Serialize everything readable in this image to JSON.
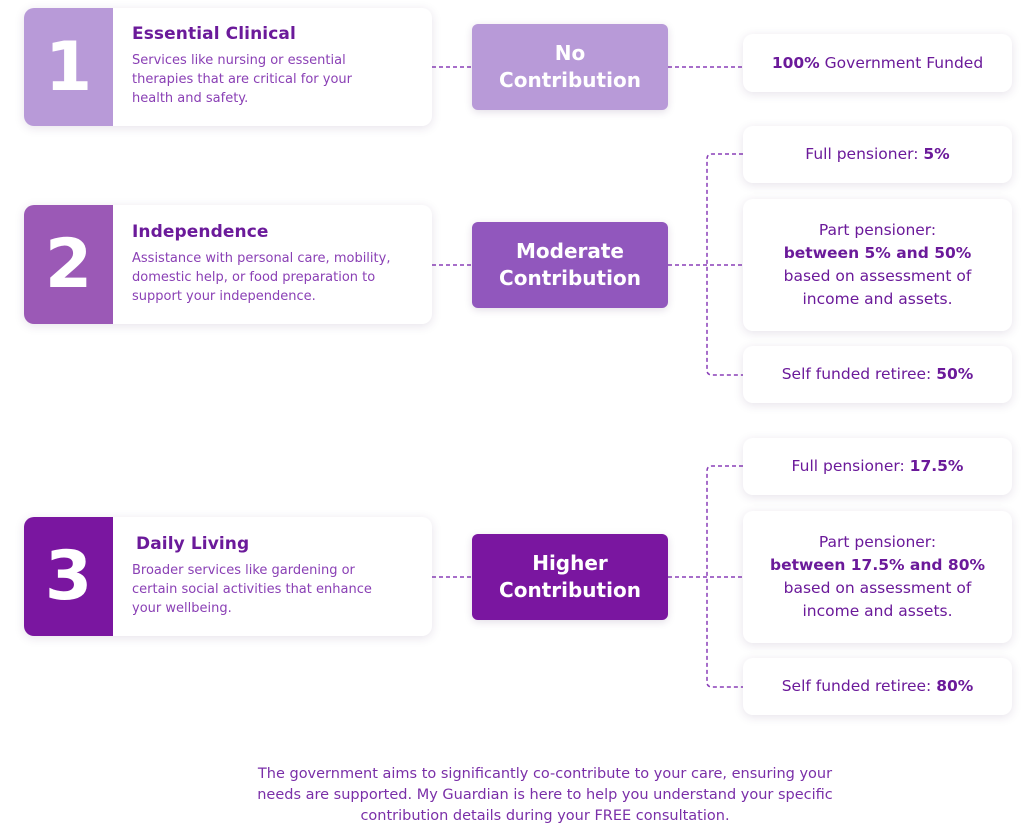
{
  "categories": [
    {
      "number": "1",
      "title": "Essential Clinical",
      "description": "Services like nursing or essential therapies that are critical for your health and safety.",
      "number_color": "#b89ad8",
      "contribution": {
        "line1": "No",
        "line2": "Contribution",
        "color": "#b89ad8"
      }
    },
    {
      "number": "2",
      "title": "Independence",
      "description": "Assistance with personal care, mobility, domestic help, or food preparation to support your independence.",
      "number_color": "#9b59b6",
      "contribution": {
        "line1": "Moderate",
        "line2": "Contribution",
        "color": "#9157bd"
      }
    },
    {
      "number": "3",
      "title": "Daily Living",
      "description": "Broader services like gardening or certain social activities that enhance your wellbeing.",
      "number_color": "#7a16a0",
      "contribution": {
        "line1": "Higher",
        "line2": "Contribution",
        "color": "#7a16a0"
      }
    }
  ],
  "rates": {
    "no_contribution": {
      "bold": "100%",
      "text": " Government Funded"
    },
    "moderate": {
      "full": {
        "text": "Full pensioner: ",
        "bold": "5%"
      },
      "part": {
        "line1": "Part pensioner:",
        "bold": "between 5% and 50%",
        "line3": "based on assessment of",
        "line4": "income and assets."
      },
      "self": {
        "text": "Self funded retiree: ",
        "bold": "50%"
      }
    },
    "higher": {
      "full": {
        "text": "Full pensioner: ",
        "bold": "17.5%"
      },
      "part": {
        "line1": "Part pensioner:",
        "bold": "between 17.5% and 80%",
        "line3": "based on assessment of",
        "line4": "income and assets."
      },
      "self": {
        "text": "Self funded retiree: ",
        "bold": "80%"
      }
    }
  },
  "footer": {
    "line1": "The government aims to significantly co-contribute to your care, ensuring your",
    "line2": "needs are supported. My Guardian is here to help you understand your specific",
    "line3": "contribution details during your FREE consultation."
  },
  "colors": {
    "connector": "#8a3fb8",
    "text_dark": "#6b1a9a",
    "text_light": "#8a40b5"
  }
}
